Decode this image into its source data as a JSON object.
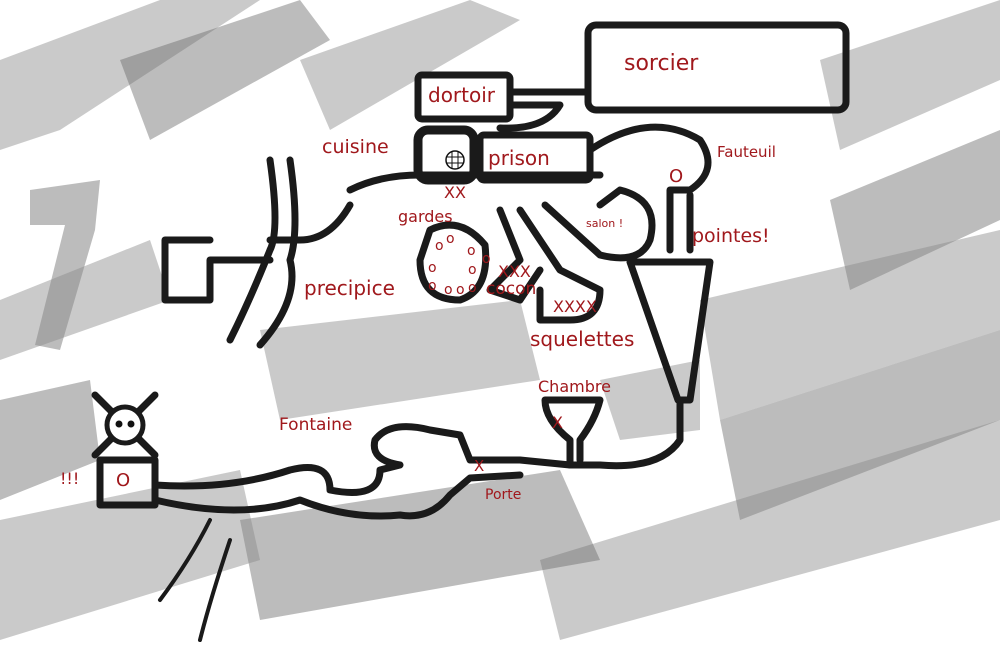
{
  "title": "Carte du donjon",
  "colors": {
    "label": "#a0181c",
    "walls": "#1a1a1a",
    "smudges": "#8a8a8a"
  },
  "rooms": {
    "sorcier": "sorcier",
    "dortoir": "dortoir",
    "cuisine": "cuisine",
    "prison": "prison",
    "fauteuil": "Fauteuil",
    "fauteuil_mark": "O",
    "gardes": "gardes",
    "gardes_mark": "XX",
    "salon": "salon !",
    "pointes": "pointes!",
    "eggs": [
      "o",
      "o",
      "o",
      "o",
      "o",
      "o",
      "o",
      "o",
      "o",
      "o"
    ],
    "cocon_mark": "XXX",
    "cocon": "cocon",
    "squelettes_mark": "XXXX",
    "squelettes": "squelettes",
    "precipice": "precipice",
    "chambre": "Chambre",
    "chambre_mark": "X",
    "fontaine": "Fontaine",
    "danger": "!!!",
    "danger_mark": "O",
    "porte_mark": "X",
    "porte": "Porte"
  }
}
